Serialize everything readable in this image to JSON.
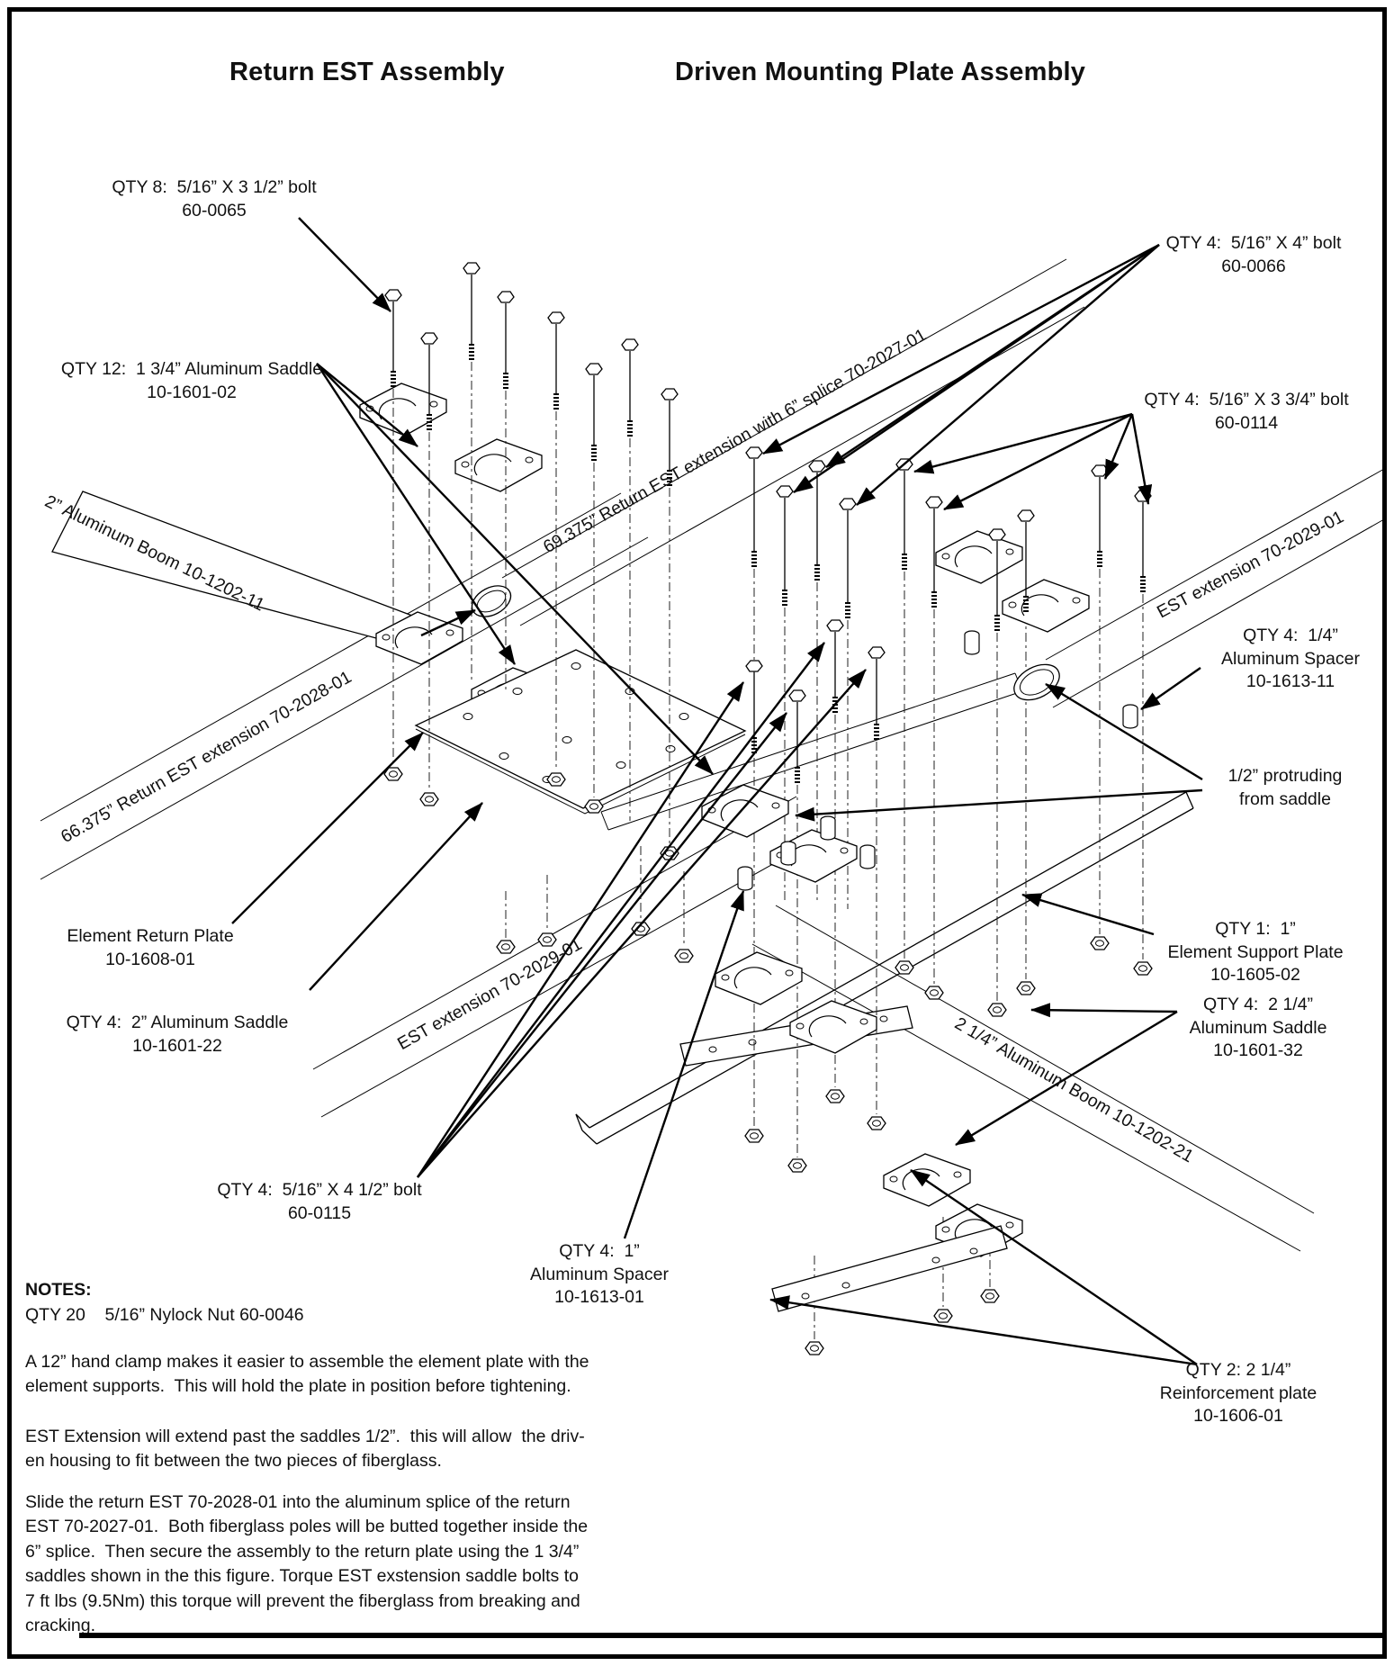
{
  "titles": {
    "left": "Return EST Assembly",
    "right": "Driven Mounting Plate Assembly"
  },
  "callouts": {
    "qty8_bolt": "QTY 8:  5/16” X 3 1/2” bolt\n60-0065",
    "qty12_saddle": "QTY 12:  1 3/4” Aluminum Saddle\n10-1601-02",
    "bolt_0066": "QTY 4:  5/16” X 4” bolt\n60-0066",
    "bolt_0114": "QTY 4:  5/16” X 3 3/4” bolt\n60-0114",
    "spacer_quarter": "QTY 4:  1/4”\nAluminum Spacer\n10-1613-11",
    "protruding": "1/2” protruding\nfrom saddle",
    "support_plate": "QTY 1:  1”\nElement Support Plate\n10-1605-02",
    "saddle_214": "QTY 4:  2 1/4”\nAluminum Saddle\n10-1601-32",
    "return_plate": "Element Return Plate\n10-1608-01",
    "saddle_2in": "QTY 4:  2” Aluminum Saddle\n10-1601-22",
    "bolt_0115": "QTY 4:  5/16” X 4 1/2” bolt\n60-0115",
    "spacer_1in": "QTY 4:  1”\nAluminum Spacer\n10-1613-01",
    "reinforcement": "QTY 2: 2 1/4”\nReinforcement plate\n10-1606-01"
  },
  "tube_labels": {
    "boom_2in": "2” Aluminum Boom 10-1202-11",
    "ext_66": "66.375” Return EST extension 70-2028-01",
    "ext_69": "69.375” Return EST extension with 6” splice 70-2027-01",
    "est_right": "EST extension 70-2029-01",
    "est_center": "EST extension 70-2029-01",
    "boom_214": "2 1/4” Aluminum Boom 10-1202-21"
  },
  "notes": {
    "heading": "NOTES:",
    "nylock": "QTY 20    5/16” Nylock Nut 60-0046",
    "p1": "A 12” hand clamp makes it easier to assemble the element plate with the\nelement supports.  This will hold the plate in position before tightening.",
    "p2": "EST Extension will extend past the saddles 1/2”.  this will allow  the driv-\nen housing to fit between the two pieces of fiberglass.",
    "p3": "Slide the return EST 70-2028-01 into the aluminum splice of the return\nEST 70-2027-01.  Both fiberglass poles will be butted together inside the\n6” splice.  Then secure the assembly to the return plate using the 1 3/4”\nsaddles shown in the this figure. Torque EST exstension saddle bolts to\n7 ft lbs (9.5Nm) this torque will prevent the fiberglass from breaking and\ncracking."
  }
}
